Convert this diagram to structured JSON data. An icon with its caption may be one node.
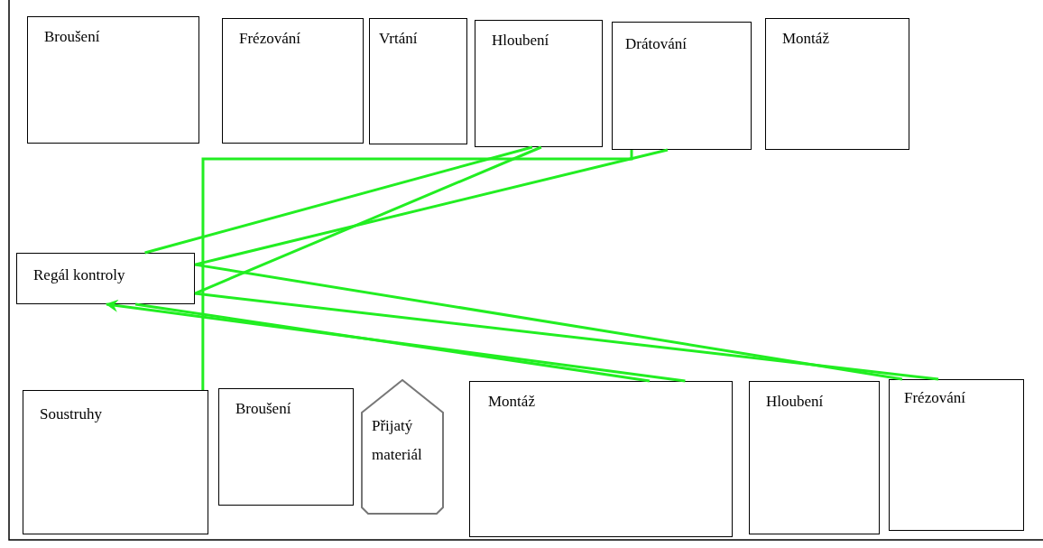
{
  "diagram": {
    "nodes": [
      {
        "text": [
          "Broušení"
        ]
      },
      {
        "text": [
          "Frézování"
        ]
      },
      {
        "text": [
          "Vrtání"
        ]
      },
      {
        "text": [
          "Hloubení"
        ]
      },
      {
        "text": [
          "Drátování"
        ]
      },
      {
        "text": [
          "Montáž"
        ]
      },
      {
        "text": [
          "Regál kontroly"
        ]
      },
      {
        "text": [
          "Soustruhy"
        ]
      },
      {
        "text": [
          "Broušení"
        ]
      },
      {
        "text": [
          "Přijatý materiál"
        ]
      },
      {
        "text": [
          "Montáž"
        ]
      },
      {
        "text": [
          "Hloubení"
        ]
      },
      {
        "text": [
          "Frézování"
        ]
      }
    ],
    "edges": [
      {
        "from": 7,
        "to": 4,
        "arrow": "none"
      },
      {
        "from": 4,
        "to": 6,
        "arrow": "none"
      },
      {
        "from": 6,
        "to": 12,
        "arrow": "none"
      },
      {
        "from": 12,
        "to": 6,
        "arrow": "none"
      },
      {
        "from": 6,
        "to": 3,
        "arrow": "none"
      },
      {
        "from": 3,
        "to": 6,
        "arrow": "none"
      },
      {
        "from": 6,
        "to": 10,
        "arrow": "none"
      },
      {
        "from": 10,
        "to": 6,
        "arrow": "to"
      }
    ]
  }
}
